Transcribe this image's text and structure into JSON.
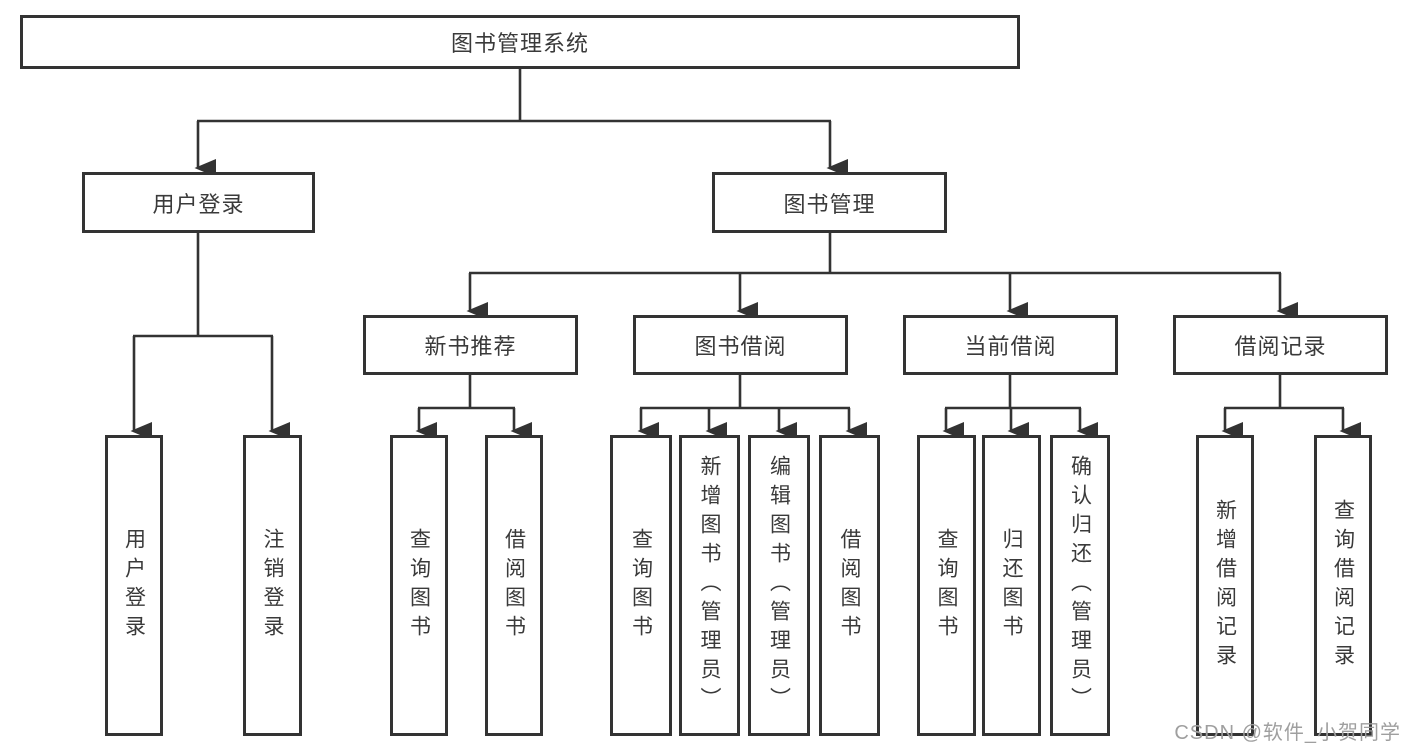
{
  "diagram": {
    "root": {
      "label": "图书管理系统"
    },
    "level2": [
      {
        "label": "用户登录"
      },
      {
        "label": "图书管理"
      }
    ],
    "level3": [
      {
        "label": "新书推荐"
      },
      {
        "label": "图书借阅"
      },
      {
        "label": "当前借阅"
      },
      {
        "label": "借阅记录"
      }
    ],
    "leaves": [
      {
        "label": "用户登录"
      },
      {
        "label": "注销登录"
      },
      {
        "label": "查询图书"
      },
      {
        "label": "借阅图书"
      },
      {
        "label": "查询图书"
      },
      {
        "label": "新增图书（管理员）"
      },
      {
        "label": "编辑图书（管理员）"
      },
      {
        "label": "借阅图书"
      },
      {
        "label": "查询图书"
      },
      {
        "label": "归还图书"
      },
      {
        "label": "确认归还（管理员）"
      },
      {
        "label": "新增借阅记录"
      },
      {
        "label": "查询借阅记录"
      }
    ]
  },
  "watermark": {
    "text": "CSDN @软件_小贺同学"
  },
  "colors": {
    "line": "#333333",
    "box_border": "#333333",
    "text": "#3a3a3a",
    "watermark": "#9f9f9f",
    "background": "#ffffff"
  }
}
